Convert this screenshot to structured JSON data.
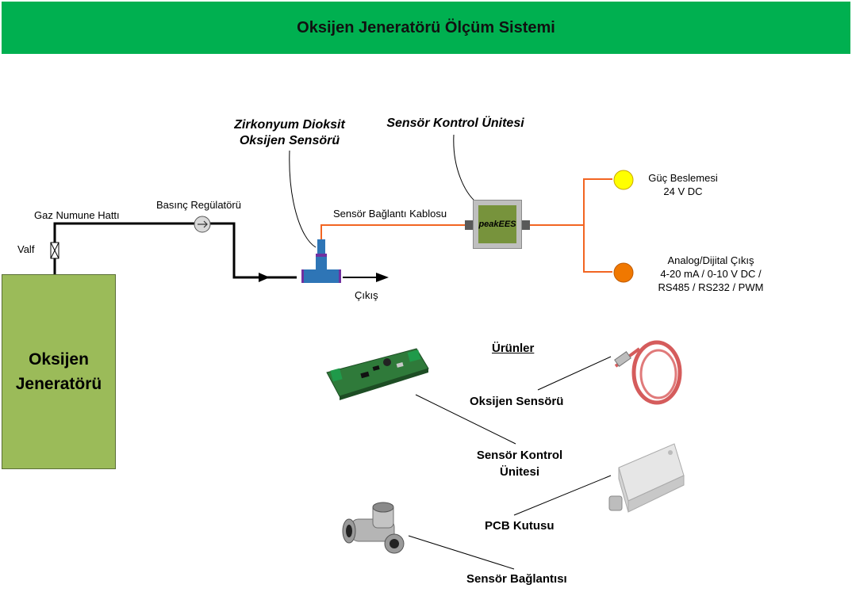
{
  "header": {
    "title": "Oksijen Jeneratörü Ölçüm Sistemi"
  },
  "generator": {
    "label": "Oksijen Jeneratörü"
  },
  "labels": {
    "valve": "Valf",
    "gas_line": "Gaz Numune Hattı",
    "regulator": "Basınç Regülatörü",
    "sensor_title_line1": "Zirkonyum Dioksit",
    "sensor_title_line2": "Oksijen Sensörü",
    "control_unit_title": "Sensör Kontrol Ünitesi",
    "cable": "Sensör Bağlantı Kablosu",
    "outlet": "Çıkış",
    "control_box_brand": "peakEES",
    "power_line1": "Güç Beslemesi",
    "power_line2": "24 V DC",
    "output_line1": "Analog/Dijital Çıkış",
    "output_line2": "4-20 mA / 0-10 V DC /",
    "output_line3": "RS485 / RS232 / PWM"
  },
  "products": {
    "heading": "Ürünler",
    "oxygen_sensor": "Oksijen Sensörü",
    "control_unit_line1": "Sensör Kontrol",
    "control_unit_line2": "Ünitesi",
    "pcb_box": "PCB Kutusu",
    "sensor_connection": "Sensör Bağlantısı"
  },
  "colors": {
    "title_bar": "#00b050",
    "generator": "#9bbb59",
    "cable": "#f26522",
    "power_dot": "#ffff00",
    "output_dot": "#f07800",
    "tee": "#2e75b6",
    "tee_rings": "#7030a0"
  }
}
